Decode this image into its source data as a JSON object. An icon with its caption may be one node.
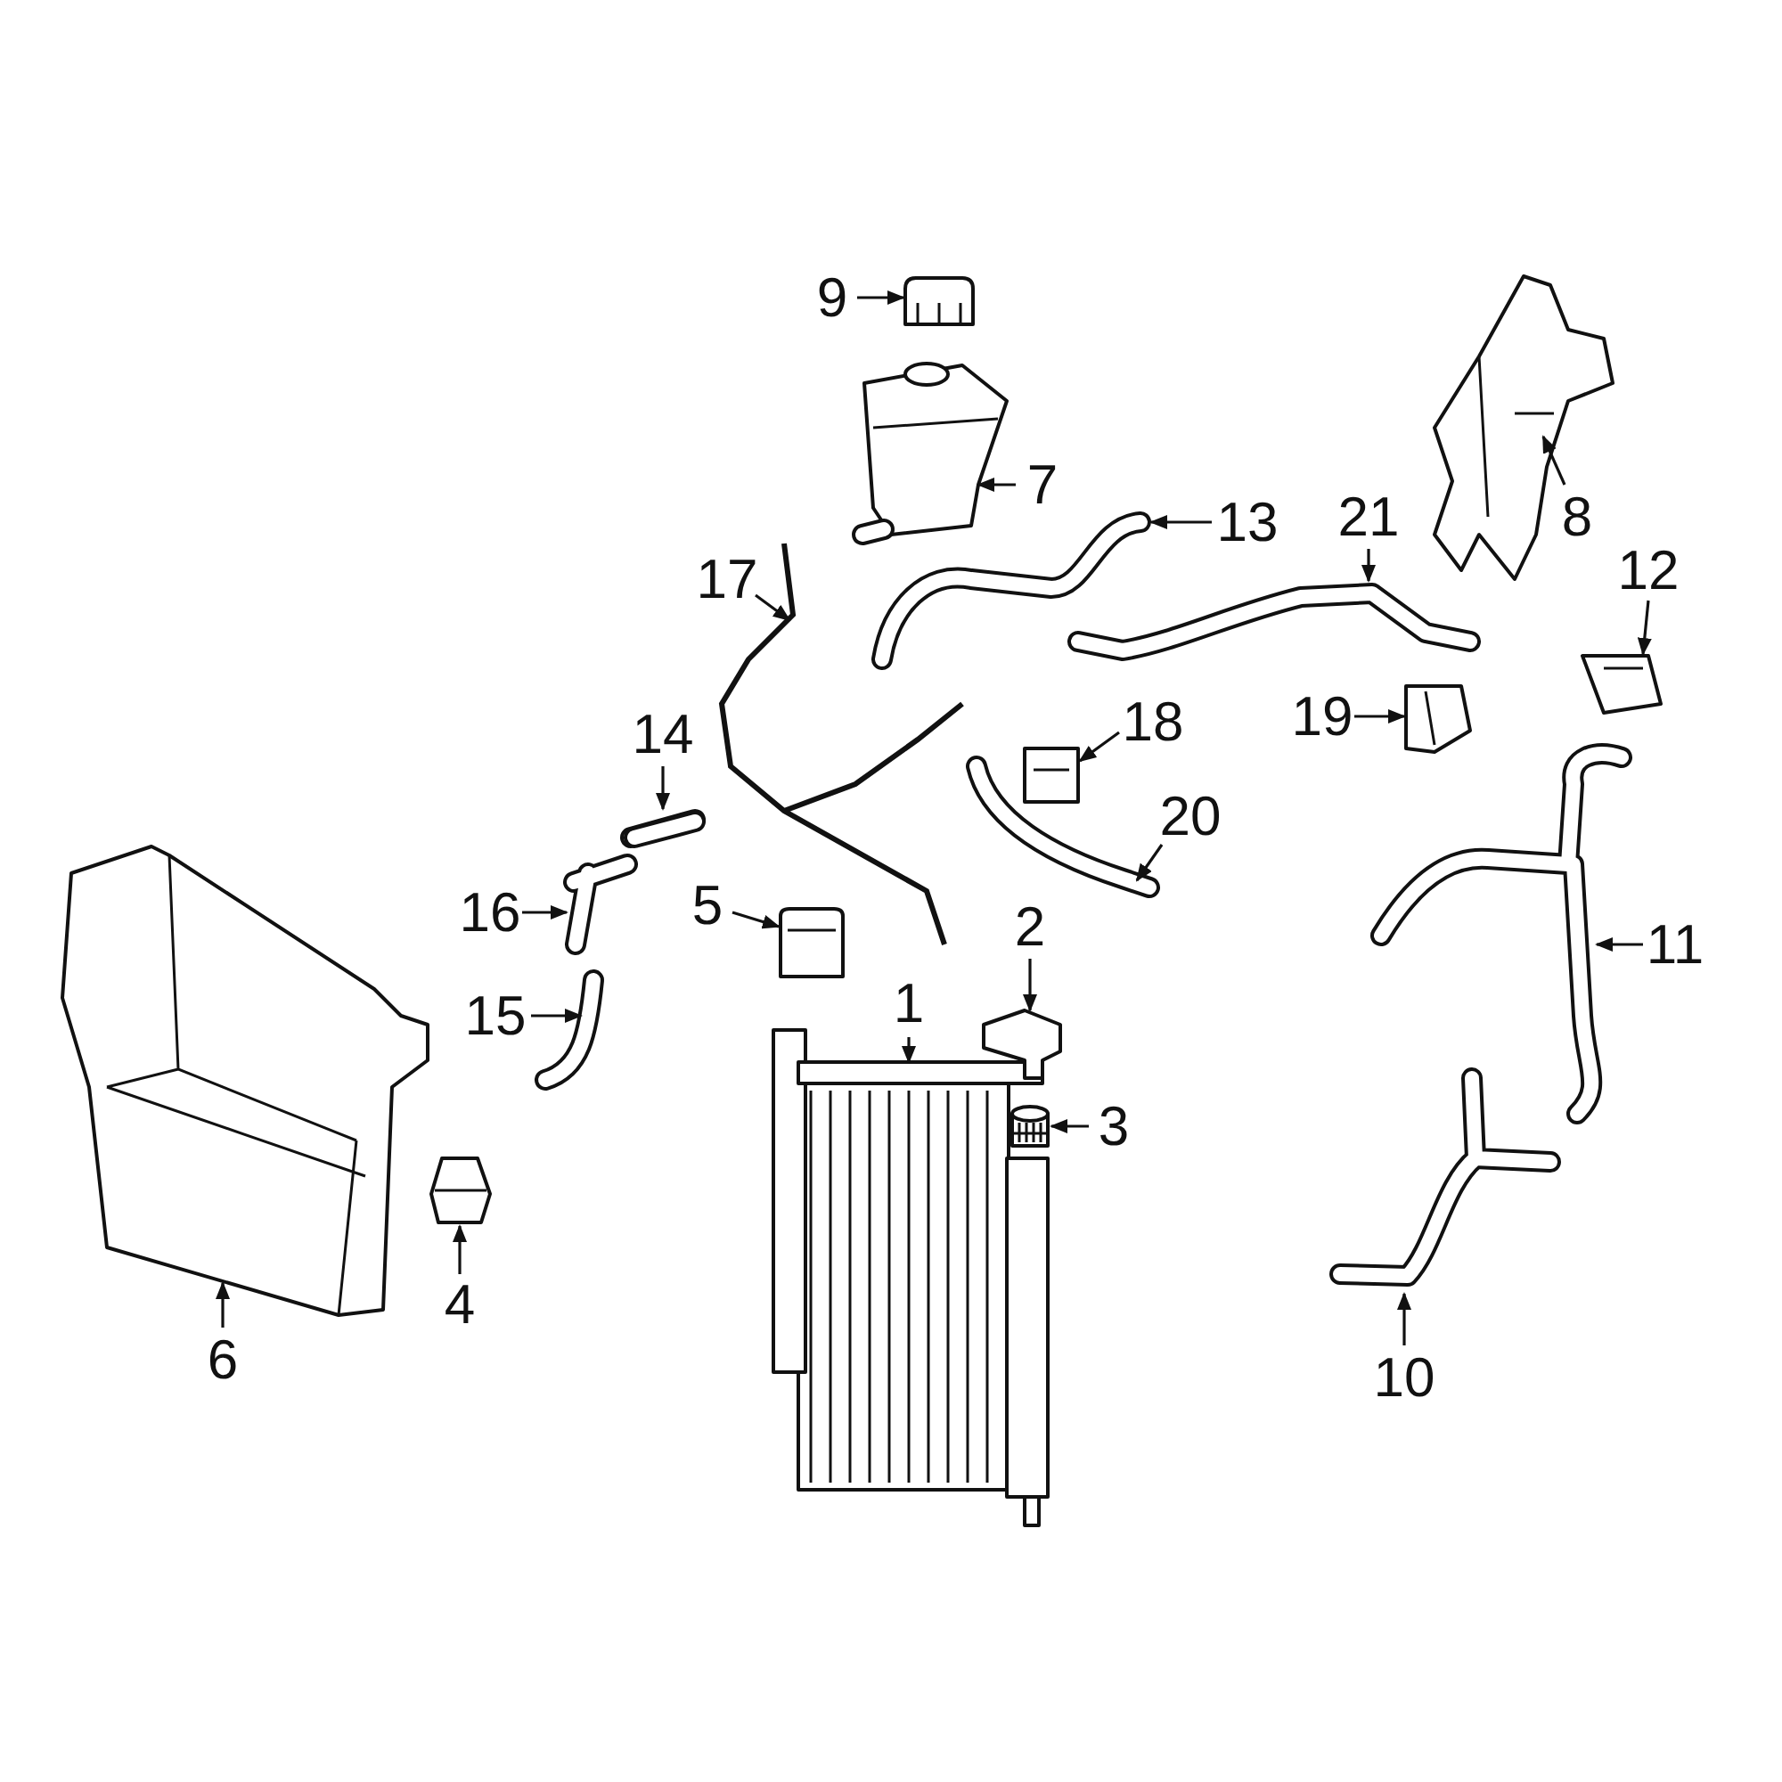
{
  "diagram": {
    "nodes": [
      {
        "text": [
          "1"
        ]
      },
      {
        "text": [
          "2"
        ]
      },
      {
        "text": [
          "3"
        ]
      },
      {
        "text": [
          "4"
        ]
      },
      {
        "text": [
          "5"
        ]
      },
      {
        "text": [
          "6"
        ]
      },
      {
        "text": [
          "7"
        ]
      },
      {
        "text": [
          "8"
        ]
      },
      {
        "text": [
          "9"
        ]
      },
      {
        "text": [
          "10"
        ]
      },
      {
        "text": [
          "11"
        ]
      },
      {
        "text": [
          "12"
        ]
      },
      {
        "text": [
          "13"
        ]
      },
      {
        "text": [
          "14"
        ]
      },
      {
        "text": [
          "15"
        ]
      },
      {
        "text": [
          "16"
        ]
      },
      {
        "text": [
          "17"
        ]
      },
      {
        "text": [
          "18"
        ]
      },
      {
        "text": [
          "19"
        ]
      },
      {
        "text": [
          "20"
        ]
      },
      {
        "text": [
          "21"
        ]
      },
      {
        "text": [],
        "shape": "picture"
      },
      {
        "text": [],
        "shape": "picture"
      },
      {
        "text": [],
        "shape": "picture"
      },
      {
        "text": [],
        "shape": "picture"
      },
      {
        "text": [],
        "shape": "picture"
      },
      {
        "text": [],
        "shape": "picture"
      },
      {
        "text": [],
        "shape": "picture"
      },
      {
        "text": [],
        "shape": "picture"
      },
      {
        "text": [],
        "shape": "picture"
      },
      {
        "text": [],
        "shape": "picture"
      },
      {
        "text": [],
        "shape": "picture"
      },
      {
        "text": [],
        "shape": "picture"
      },
      {
        "text": [],
        "shape": "picture"
      },
      {
        "text": [],
        "shape": "picture"
      },
      {
        "text": [],
        "shape": "picture"
      },
      {
        "text": [],
        "shape": "picture"
      },
      {
        "text": [],
        "shape": "picture"
      },
      {
        "text": [],
        "shape": "picture"
      },
      {
        "text": [],
        "shape": "picture"
      },
      {
        "text": [],
        "shape": "picture"
      },
      {
        "text": [],
        "shape": "picture"
      }
    ],
    "edges": [
      {
        "from": 0,
        "to": 21,
        "arrow": "to"
      },
      {
        "from": 1,
        "to": 22,
        "arrow": "to"
      },
      {
        "from": 2,
        "to": 23,
        "arrow": "to"
      },
      {
        "from": 3,
        "to": 24,
        "arrow": "to"
      },
      {
        "from": 4,
        "to": 25,
        "arrow": "to"
      },
      {
        "from": 5,
        "to": 26,
        "arrow": "to"
      },
      {
        "from": 6,
        "to": 27,
        "arrow": "to"
      },
      {
        "from": 7,
        "to": 28,
        "arrow": "to"
      },
      {
        "from": 8,
        "to": 29,
        "arrow": "to"
      },
      {
        "from": 9,
        "to": 30,
        "arrow": "to"
      },
      {
        "from": 10,
        "to": 31,
        "arrow": "to"
      },
      {
        "from": 11,
        "to": 32,
        "arrow": "to"
      },
      {
        "from": 12,
        "to": 33,
        "arrow": "to"
      },
      {
        "from": 13,
        "to": 34,
        "arrow": "to"
      },
      {
        "from": 14,
        "to": 35,
        "arrow": "to"
      },
      {
        "from": 15,
        "to": 36,
        "arrow": "to"
      },
      {
        "from": 16,
        "to": 37,
        "arrow": "to"
      },
      {
        "from": 17,
        "to": 38,
        "arrow": "to"
      },
      {
        "from": 18,
        "to": 39,
        "arrow": "to"
      },
      {
        "from": 19,
        "to": 40,
        "arrow": "to"
      },
      {
        "from": 20,
        "to": 41,
        "arrow": "to"
      }
    ]
  }
}
